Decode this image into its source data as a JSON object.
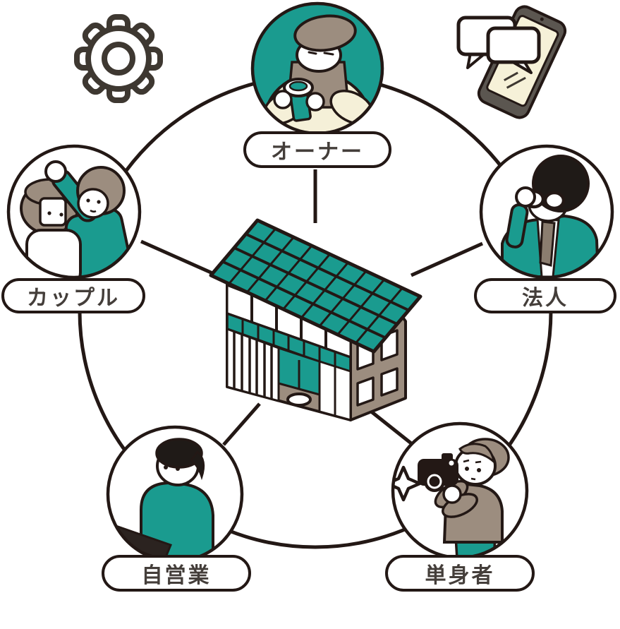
{
  "diagram": {
    "type": "hub-and-spoke pentagon relationship diagram",
    "hub": {
      "icon": "machiya-house-icon"
    },
    "nodes": [
      {
        "id": "owner",
        "label": "オーナー",
        "position": "top",
        "icon": "owner-with-teacup-avatar",
        "circle_bg": "#1A9B8F"
      },
      {
        "id": "couple",
        "label": "カップル",
        "position": "left",
        "icon": "couple-avatar",
        "circle_bg": "#FFFFFF"
      },
      {
        "id": "corporation",
        "label": "法人",
        "position": "right",
        "icon": "businessman-adjusting-glasses-avatar",
        "circle_bg": "#FFFFFF"
      },
      {
        "id": "self-employed",
        "label": "自営業",
        "position": "bottom-left",
        "icon": "man-at-laptop-avatar",
        "circle_bg": "#FFFFFF"
      },
      {
        "id": "single-person",
        "label": "単身者",
        "position": "bottom-right",
        "icon": "photographer-with-camera-avatar",
        "circle_bg": "#FFFFFF"
      }
    ],
    "decorations": [
      {
        "icon": "gear-icon"
      },
      {
        "icon": "smartphone-chat-bubbles-icon"
      }
    ],
    "colors": {
      "outline": "#231815",
      "teal": "#1A9B8F",
      "taupe": "#9C8D7F",
      "cream": "#F5F0D8",
      "hair_black": "#1F1A17",
      "phone_body": "#5B5650",
      "tie_brown": "#8B7D6F",
      "label_text": "#443E3A",
      "gear_gray": "#3E3831"
    }
  }
}
